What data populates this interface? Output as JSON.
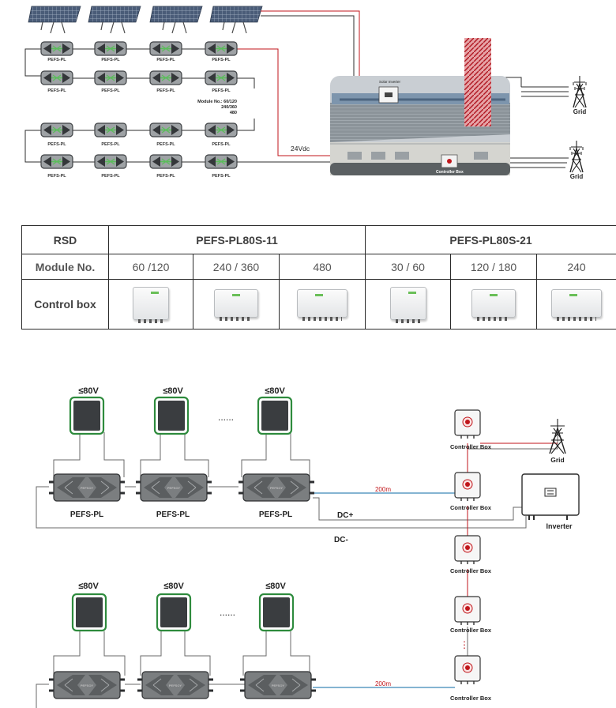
{
  "top_diagram": {
    "device_label": "PEFS-PL",
    "module_note": [
      "Module No.: 60/120",
      "240/360",
      "480"
    ],
    "inverter_label": "Solar Inverter",
    "voltage_label": "24Vdc",
    "controller_box_label": "Controller Box",
    "grid_label": "Grid"
  },
  "table": {
    "rsd_header": "RSD",
    "model_a": "PEFS-PL80S-11",
    "model_b": "PEFS-PL80S-21",
    "module_header": "Module No.",
    "modules": [
      "60 /120",
      "240 / 360",
      "480",
      "30 / 60",
      "120 / 180",
      "240"
    ],
    "control_header": "Control box"
  },
  "bottom_diagram": {
    "voltage_label": "≤80V",
    "ellipsis": "......",
    "device_label": "PEFS-PL",
    "device_brand": "PEFSOY",
    "distance_label": "200m",
    "dc_plus": "DC+",
    "dc_minus": "DC-",
    "controller_box_label": "Controller Box",
    "grid_label": "Grid",
    "inverter_label": "Inverter",
    "more_dots": "⋮"
  },
  "colors": {
    "red_wire": "#c0161b",
    "blue_wire": "#3b87b8",
    "green_border": "#2e8b3d",
    "panel_dark": "#3a3d40",
    "device_gray": "#7b7e80"
  }
}
